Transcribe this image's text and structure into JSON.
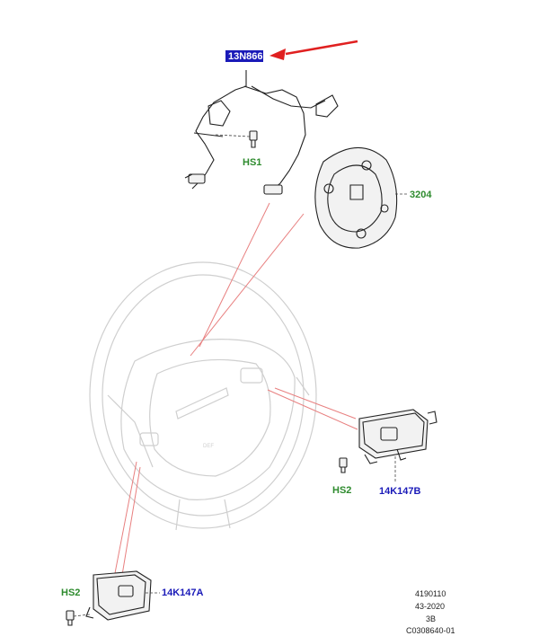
{
  "callouts": {
    "main_part": "13N866",
    "hs1": "HS1",
    "part_3204": "3204",
    "hs2_right": "HS2",
    "part_14k147b": "14K147B",
    "hs2_left": "HS2",
    "part_14k147a": "14K147A"
  },
  "metadata": {
    "line1": "4190110",
    "line2": "43-2020",
    "line3": "3B",
    "line4": "C0308640-01"
  },
  "colors": {
    "arrow": "#e02020",
    "callout_box": "#1a1ab8",
    "green_label": "#2e8b2e",
    "blue_label": "#1a1ab8",
    "leader": "#e88080"
  }
}
